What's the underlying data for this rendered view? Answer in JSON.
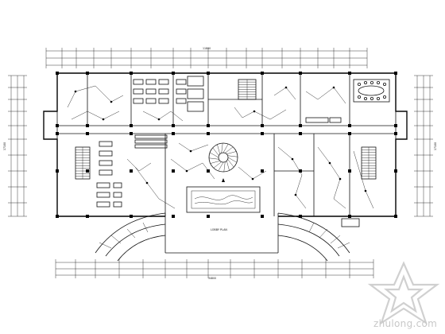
{
  "drawing": {
    "dimension_top_total": "11800",
    "dimension_bottom_total": "34800",
    "dimension_left_total": "17100",
    "dimension_right_total": "17100",
    "center_caption": "LOBBY PLAN"
  },
  "watermark": {
    "text": "zhulong.com",
    "color": "#c8c8c8"
  },
  "colors": {
    "line": "#111111",
    "background": "#ffffff"
  }
}
